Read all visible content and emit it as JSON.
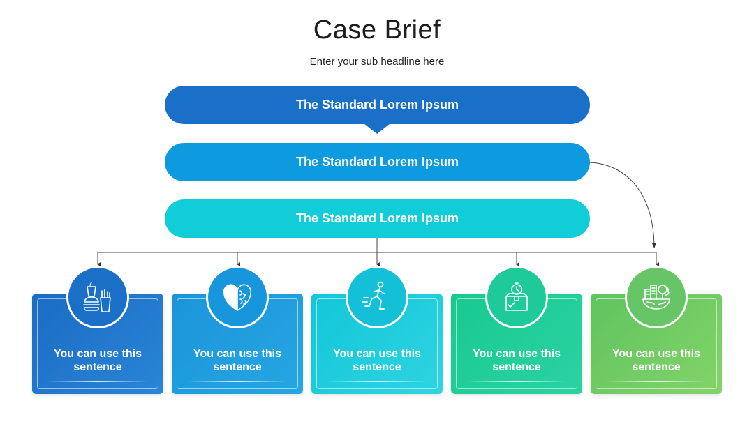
{
  "header": {
    "title": "Case Brief",
    "subtitle": "Enter your sub headline here"
  },
  "bars": [
    {
      "label": "The Standard Lorem Ipsum",
      "color": "#1a70c8"
    },
    {
      "label": "The Standard Lorem Ipsum",
      "color": "#0e9ade"
    },
    {
      "label": "The Standard Lorem Ipsum",
      "color": "#11cdd7"
    }
  ],
  "cards": [
    {
      "text": "You can use this sentence",
      "icon": "food-icon",
      "gradient": [
        "#1a6cc4",
        "#2a85d6"
      ]
    },
    {
      "text": "You can use this sentence",
      "icon": "heart-brain-icon",
      "gradient": [
        "#1a95da",
        "#26a6e2"
      ]
    },
    {
      "text": "You can use this sentence",
      "icon": "runner-icon",
      "gradient": [
        "#12c6d9",
        "#2fd4e0"
      ]
    },
    {
      "text": "You can use this sentence",
      "icon": "stopwatch-box-icon",
      "gradient": [
        "#18c98f",
        "#2bd3a2"
      ]
    },
    {
      "text": "You can use this sentence",
      "icon": "earth-city-icon",
      "gradient": [
        "#5fc45f",
        "#84d36a"
      ]
    }
  ]
}
